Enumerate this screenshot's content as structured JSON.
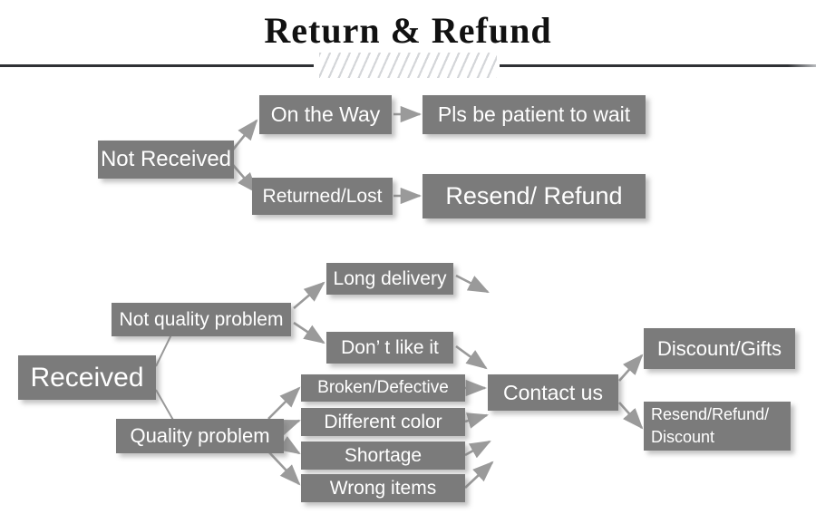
{
  "header": {
    "title": "Return & Refund"
  },
  "colors": {
    "node_fill": "#7b7b7b",
    "node_text": "#ffffff",
    "arrow": "#9a9a9a",
    "rule": "#2f3135",
    "hatch": "#d4d6d9",
    "background": "#ffffff"
  },
  "diagram": {
    "type": "flowchart",
    "branches": [
      {
        "root": "not-received",
        "nodes": [
          {
            "id": "not-received",
            "label": "Not Received"
          },
          {
            "id": "on-the-way",
            "label": "On the Way"
          },
          {
            "id": "returned-lost",
            "label": "Returned/Lost"
          },
          {
            "id": "pls-be-patient",
            "label": "Pls be patient to wait"
          },
          {
            "id": "resend-refund",
            "label": "Resend/ Refund"
          }
        ],
        "edges": [
          {
            "from": "not-received",
            "to": "on-the-way"
          },
          {
            "from": "not-received",
            "to": "returned-lost"
          },
          {
            "from": "on-the-way",
            "to": "pls-be-patient"
          },
          {
            "from": "returned-lost",
            "to": "resend-refund"
          }
        ]
      },
      {
        "root": "received",
        "nodes": [
          {
            "id": "received",
            "label": "Received"
          },
          {
            "id": "not-quality-problem",
            "label": "Not quality problem"
          },
          {
            "id": "quality-problem",
            "label": "Quality problem"
          },
          {
            "id": "long-delivery",
            "label": "Long delivery"
          },
          {
            "id": "dont-like-it",
            "label": "Don’ t like it"
          },
          {
            "id": "broken-defective",
            "label": "Broken/Defective"
          },
          {
            "id": "different-color",
            "label": "Different color"
          },
          {
            "id": "shortage",
            "label": "Shortage"
          },
          {
            "id": "wrong-items",
            "label": "Wrong items"
          },
          {
            "id": "contact-us",
            "label": "Contact us"
          },
          {
            "id": "discount-gifts",
            "label": "Discount/Gifts"
          },
          {
            "id": "resend-refund-discount",
            "label": "Resend/Refund/ Discount"
          }
        ],
        "edges": [
          {
            "from": "received",
            "to": "not-quality-problem"
          },
          {
            "from": "received",
            "to": "quality-problem"
          },
          {
            "from": "not-quality-problem",
            "to": "long-delivery"
          },
          {
            "from": "not-quality-problem",
            "to": "dont-like-it"
          },
          {
            "from": "quality-problem",
            "to": "broken-defective"
          },
          {
            "from": "quality-problem",
            "to": "different-color"
          },
          {
            "from": "quality-problem",
            "to": "shortage"
          },
          {
            "from": "quality-problem",
            "to": "wrong-items"
          },
          {
            "from": "long-delivery",
            "to": "contact-us"
          },
          {
            "from": "dont-like-it",
            "to": "contact-us"
          },
          {
            "from": "broken-defective",
            "to": "contact-us"
          },
          {
            "from": "different-color",
            "to": "contact-us"
          },
          {
            "from": "shortage",
            "to": "contact-us"
          },
          {
            "from": "wrong-items",
            "to": "contact-us"
          },
          {
            "from": "contact-us",
            "to": "discount-gifts"
          },
          {
            "from": "contact-us",
            "to": "resend-refund-discount"
          }
        ]
      }
    ],
    "labels": {
      "not_received": "Not Received",
      "on_the_way": "On the Way",
      "returned_lost": "Returned/Lost",
      "pls_be_patient": "Pls be patient to wait",
      "resend_refund": "Resend/ Refund",
      "received": "Received",
      "not_quality_problem": "Not quality problem",
      "quality_problem": "Quality problem",
      "long_delivery": "Long delivery",
      "dont_like_it": "Don’ t like it",
      "broken_defective": "Broken/Defective",
      "different_color": "Different color",
      "shortage": "Shortage",
      "wrong_items": "Wrong items",
      "contact_us": "Contact us",
      "discount_gifts": "Discount/Gifts",
      "resend_refund_discount_line1": "Resend/Refund/",
      "resend_refund_discount_line2": "Discount"
    }
  }
}
